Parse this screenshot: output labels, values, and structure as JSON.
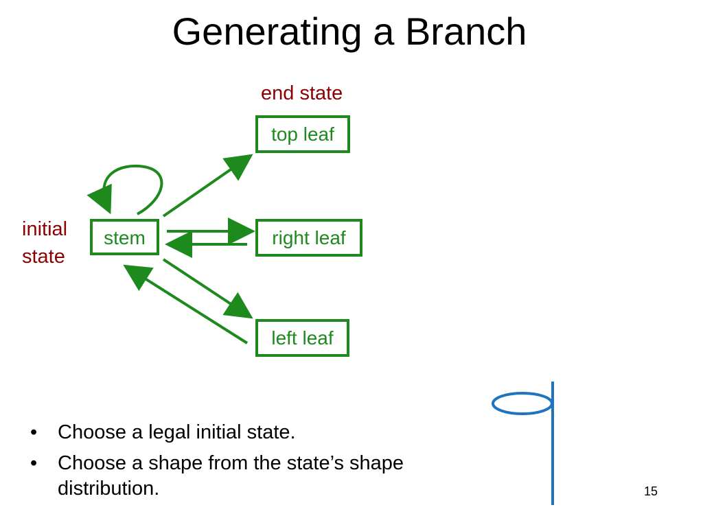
{
  "slide": {
    "title": "Generating a Branch",
    "page_number": "15"
  },
  "diagram": {
    "labels": {
      "end_state": "end state",
      "initial_state": "initial state"
    },
    "nodes": {
      "top_leaf": "top leaf",
      "stem": "stem",
      "right_leaf": "right leaf",
      "left_leaf": "left leaf"
    },
    "colors": {
      "node_green": "#1e8a1e",
      "state_label_red": "#8b0000",
      "shape_blue": "#1f74bf"
    }
  },
  "bullets": [
    "Choose a legal initial state.",
    "Choose a shape from the state’s shape distribution."
  ]
}
